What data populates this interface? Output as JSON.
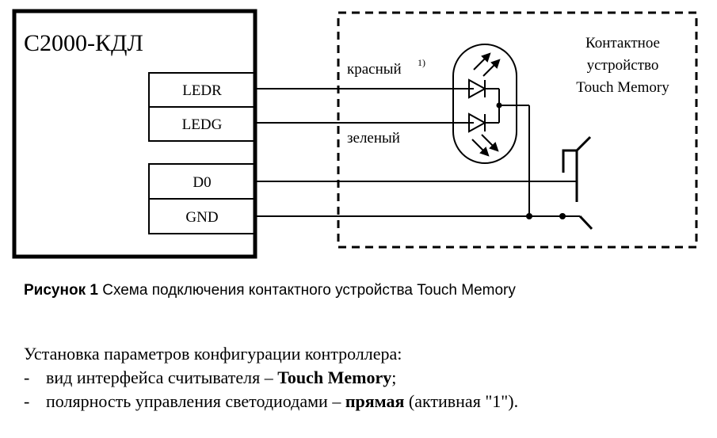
{
  "diagram": {
    "controller_label": "С2000-КДЛ",
    "pins": [
      "LEDR",
      "LEDG",
      "D0",
      "GND"
    ],
    "wire_red_label": "красный",
    "wire_red_note": "1)",
    "wire_green_label": "зеленый",
    "device_label_lines": [
      "Контактное",
      "устройство",
      "Touch Memory"
    ]
  },
  "caption": {
    "prefix": "Рисунок 1",
    "text": " Схема подключения контактного устройства Touch Memory"
  },
  "settings": {
    "intro": "Установка параметров конфигурации контроллера:",
    "items": [
      {
        "bullet": "-",
        "text": "вид интерфейса считывателя – ",
        "value": "Touch Memory",
        "suffix": ";"
      },
      {
        "bullet": "-",
        "text": "полярность управления светодиодами – ",
        "value": "прямая",
        "suffix": " (активная \"1\")."
      }
    ]
  }
}
